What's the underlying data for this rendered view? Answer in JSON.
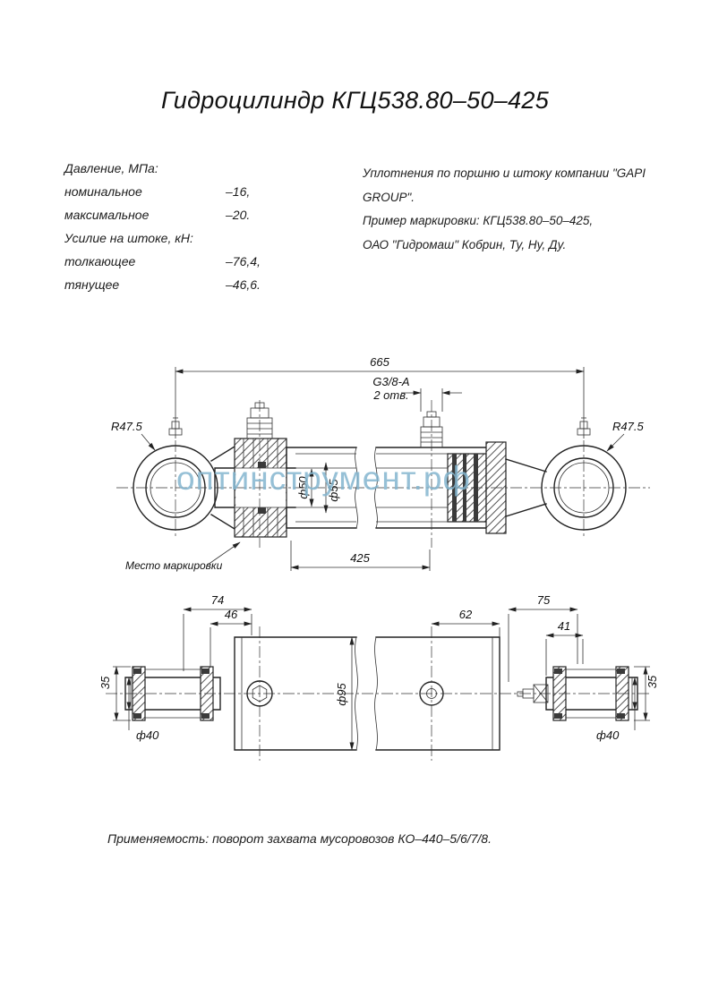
{
  "title": "Гидроцилиндр КГЦ538.80–50–425",
  "watermark": "оптинструмент.рф",
  "specs": {
    "pressure_header": "Давление, МПа:",
    "pressure_rows": [
      {
        "label": "номинальное",
        "value": "–16,"
      },
      {
        "label": "максимальное",
        "value": "–20."
      }
    ],
    "force_header": "Усилие на штоке, кН:",
    "force_rows": [
      {
        "label": "толкающее",
        "value": "–76,4,"
      },
      {
        "label": "тянущее",
        "value": "–46,6."
      }
    ]
  },
  "notes": {
    "line1": "Уплотнения по поршню и штоку компании \"GAPI GROUP\".",
    "line2": "Пример маркировки: КГЦ538.80–50–425,",
    "line3": "ОАО \"Гидромаш\" Кобрин, Ту, Ну, Ду."
  },
  "main_view": {
    "overall_length": "665",
    "port_thread": "G3/8-A",
    "port_qty": "2 отв.",
    "radius_left": "R47.5",
    "radius_right": "R47.5",
    "rod_diameter": "ф50",
    "sleeve_diameter": "ф55",
    "stroke": "425",
    "marking_note": "Место маркировки"
  },
  "bottom_view": {
    "dim_74": "74",
    "dim_46": "46",
    "dim_62": "62",
    "dim_75": "75",
    "dim_41": "41",
    "dim_35_left": "35",
    "dim_35_right": "35",
    "body_diameter": "ф95",
    "pin_diameter_left": "ф40",
    "pin_diameter_right": "ф40"
  },
  "application": "Применяемость: поворот захвата мусоровозов  КО–440–5/6/7/8."
}
